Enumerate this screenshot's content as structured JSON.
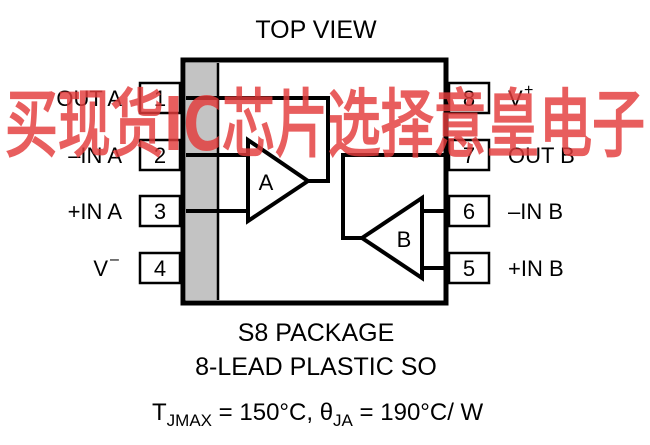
{
  "diagram": {
    "top_label": "TOP VIEW",
    "package_line1": "S8 PACKAGE",
    "package_line2": "8-LEAD PLASTIC SO",
    "thermal": {
      "t_sym": "T",
      "t_sub": "JMAX",
      "t_val": " = 150°C, ",
      "theta_sym": "θ",
      "theta_sub": "JA",
      "theta_val": " = 190°C/ W"
    },
    "amplifiers": [
      {
        "label": "A"
      },
      {
        "label": "B"
      }
    ],
    "pins_left": [
      {
        "number": "1",
        "name": "OUT A"
      },
      {
        "number": "2",
        "name": "–IN A"
      },
      {
        "number": "3",
        "name": "+IN A"
      },
      {
        "number": "4",
        "name": "V",
        "superscript": "–"
      }
    ],
    "pins_right": [
      {
        "number": "8",
        "name": "V",
        "superscript": "+"
      },
      {
        "number": "7",
        "name": "OUT B"
      },
      {
        "number": "6",
        "name": "–IN B"
      },
      {
        "number": "5",
        "name": "+IN B"
      }
    ],
    "colors": {
      "ink": "#000000",
      "substrate_bar": "#c3c3c3",
      "watermark": "#e33b3b"
    }
  },
  "watermark_text": "买现货IC芯片选择意皇电子"
}
